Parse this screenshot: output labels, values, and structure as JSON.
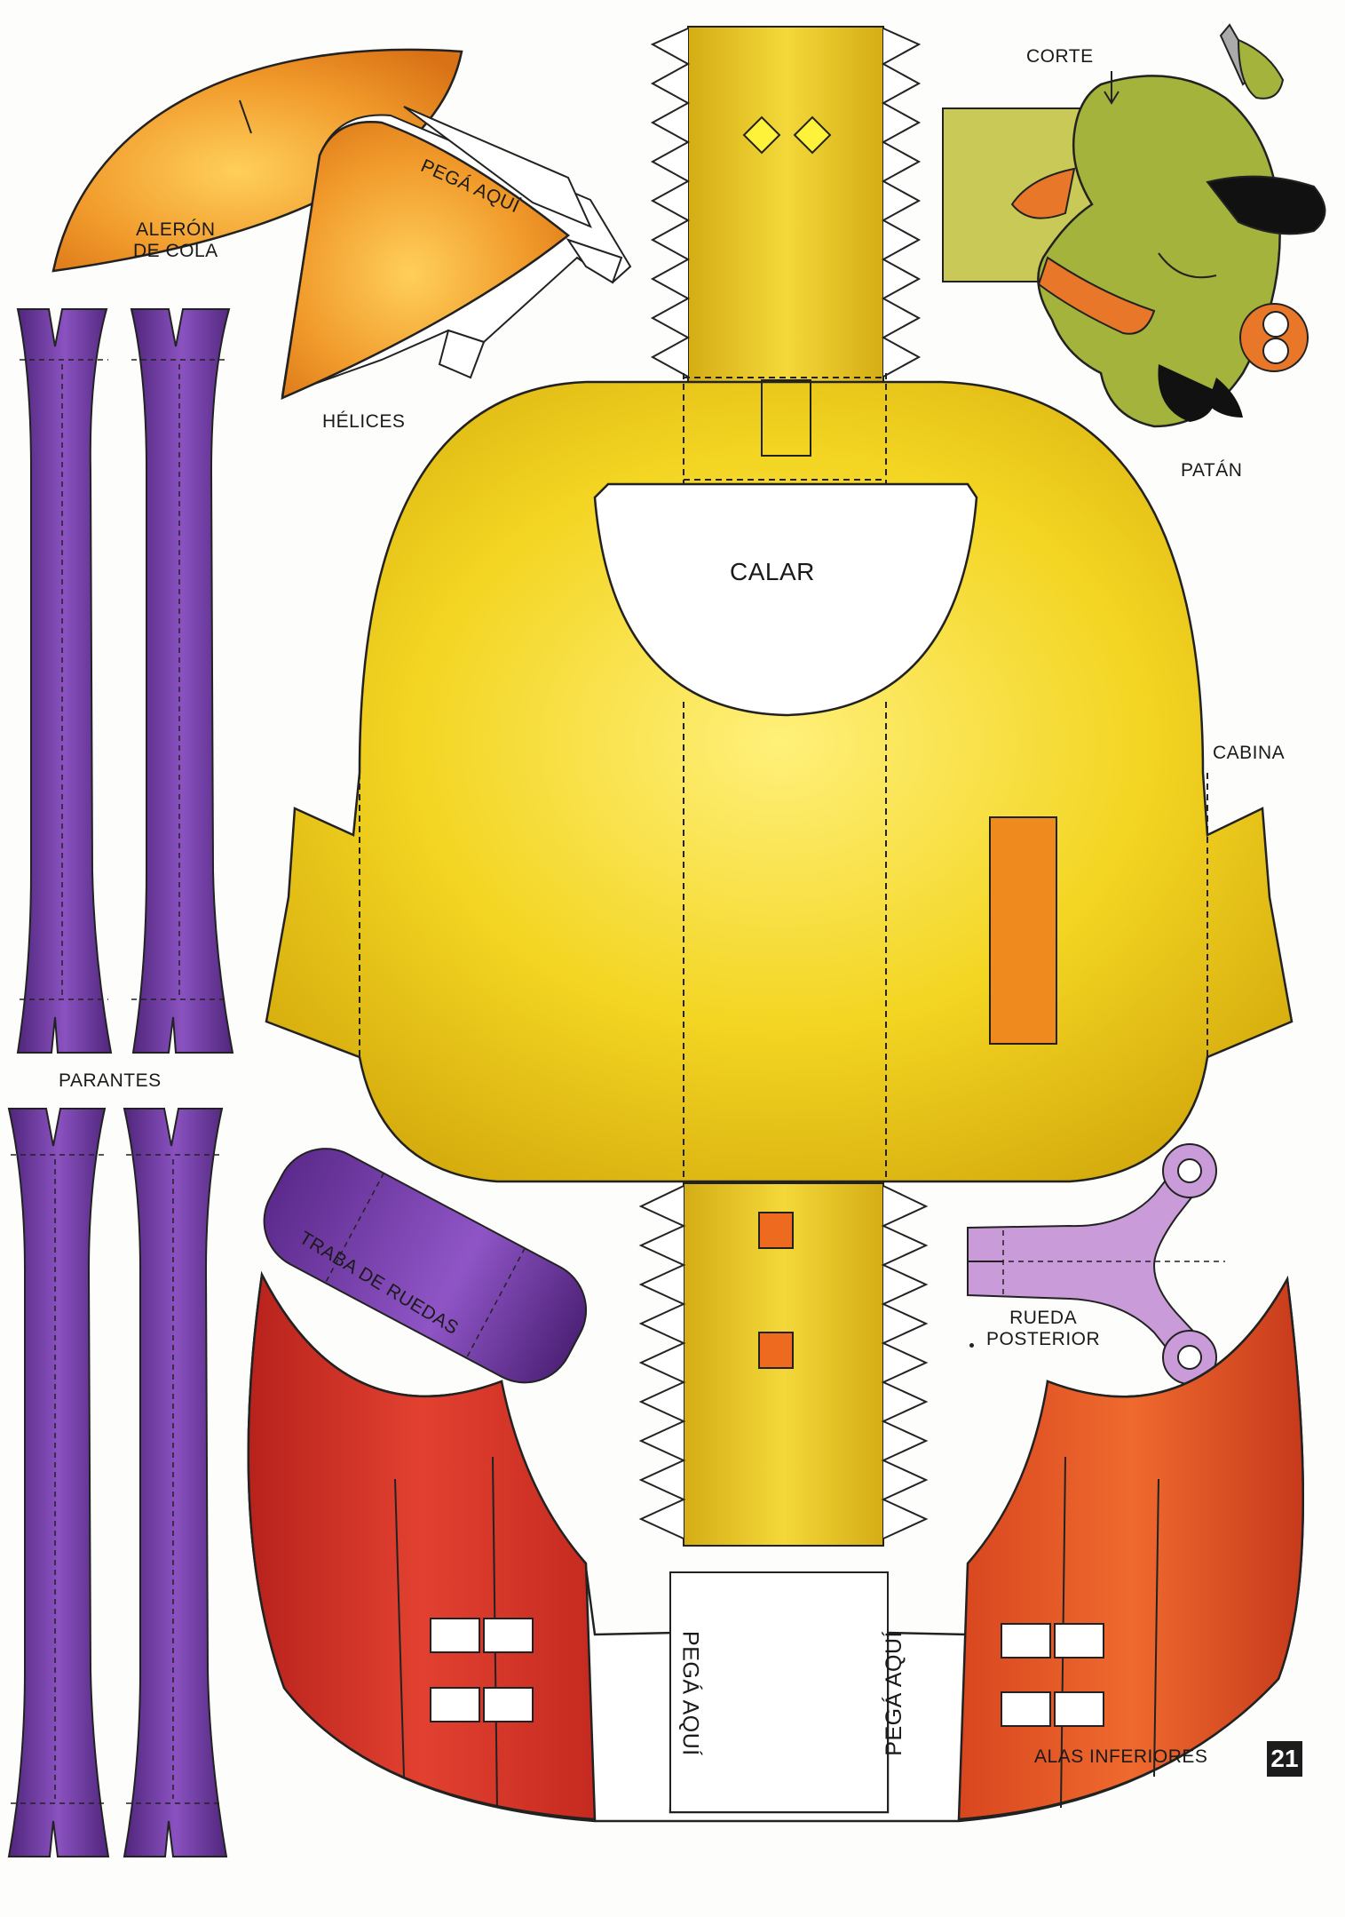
{
  "labels": {
    "aleron": "ALERÓN\nDE COLA",
    "helices": "HÉLICES",
    "pega_aqui": "PEGÁ AQUÍ",
    "corte": "CORTE",
    "patan": "PATÁN",
    "calar": "CALAR",
    "cabina": "CABINA",
    "parantes": "PARANTES",
    "traba": "TRABA DE RUEDAS",
    "rueda": "RUEDA\nPOSTERIOR",
    "alas": "ALAS INFERIORES",
    "page_number": "21"
  },
  "colors": {
    "yellow": "#f2d21c",
    "yellow_dark": "#c9a80e",
    "orange": "#e98a1a",
    "purple": "#6c3a9e",
    "red": "#d9382a",
    "red_right": "#e05a2a",
    "lilac": "#c99bd8",
    "olive": "#c7c553",
    "green_dog": "#9dab3a"
  }
}
